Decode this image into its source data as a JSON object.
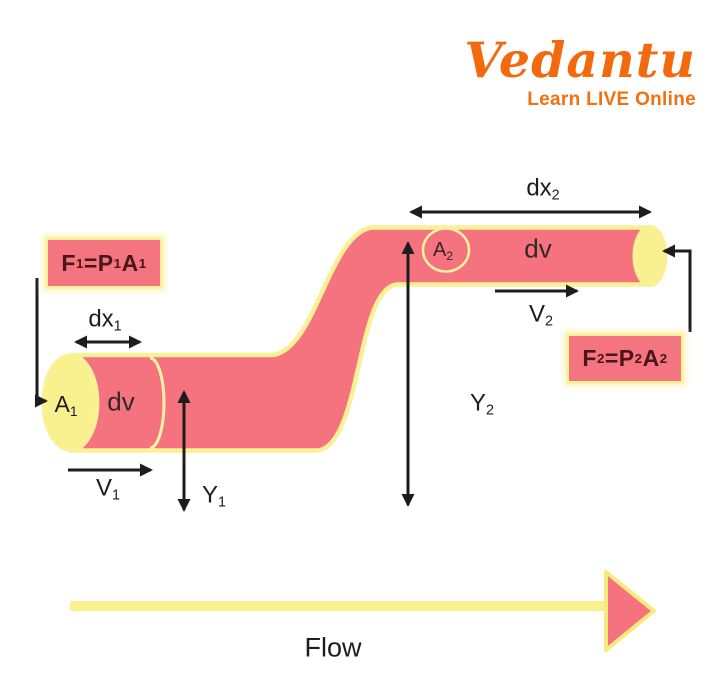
{
  "brand": {
    "logo_text": "Vedantu",
    "tagline": "Learn LIVE Online",
    "color": "#F2690E"
  },
  "colors": {
    "pipe_fill": "#F4737E",
    "pipe_outline": "#F9F195",
    "flow_arrow_yellow": "#F8F18C",
    "flow_arrowhead_pink": "#F4737E",
    "arrow_stroke": "#1D1D1D",
    "force_box_text": "#4A151B"
  },
  "labels": {
    "f1": {
      "t1": "F",
      "s1": "1",
      "t2": "=P",
      "s2": "1",
      "t3": "A",
      "s3": "1"
    },
    "f2": {
      "t1": "F",
      "s1": "2",
      "t2": "=P",
      "s2": "2",
      "t3": "A",
      "s3": "2"
    },
    "dx1": {
      "base": "dx",
      "sub": "1"
    },
    "dx2": {
      "base": "dx",
      "sub": "2"
    },
    "a1": {
      "base": "A",
      "sub": "1"
    },
    "a2": {
      "base": "A",
      "sub": "2"
    },
    "v1": {
      "base": "V",
      "sub": "1"
    },
    "v2": {
      "base": "V",
      "sub": "2"
    },
    "y1": {
      "base": "Y",
      "sub": "1"
    },
    "y2": {
      "base": "Y",
      "sub": "2"
    },
    "dv_lower": "dv",
    "dv_upper": "dv",
    "flow": "Flow"
  }
}
